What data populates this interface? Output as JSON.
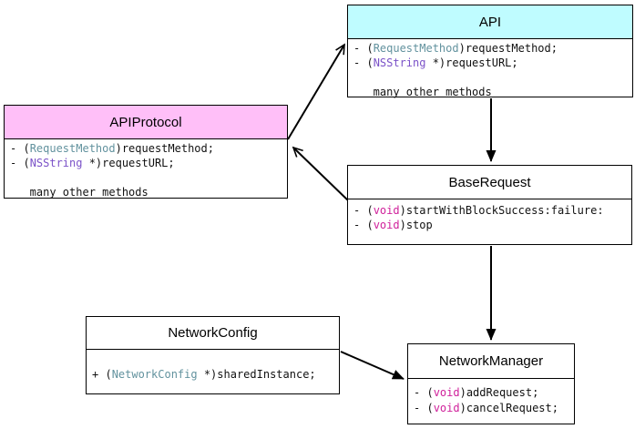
{
  "canvas": {
    "background": "#ffffff",
    "border_color": "#000000",
    "arrow_color": "#000000"
  },
  "syntax_colors": {
    "plain": "#111111",
    "type": "#62929E",
    "class": "#7B52C8",
    "keyword": "#D0219B"
  },
  "boxes": [
    {
      "id": "api",
      "title": "API",
      "header_bg": "#BFFCFF",
      "lines": [
        [
          {
            "t": "- (",
            "c": "plain"
          },
          {
            "t": "RequestMethod",
            "c": "type"
          },
          {
            "t": ")requestMethod;",
            "c": "plain"
          }
        ],
        [
          {
            "t": "- (",
            "c": "plain"
          },
          {
            "t": "NSString",
            "c": "class"
          },
          {
            "t": " *)requestURL;",
            "c": "plain"
          }
        ],
        [],
        [
          {
            "t": "   many other methods",
            "c": "plain"
          }
        ]
      ]
    },
    {
      "id": "apiprotocol",
      "title": "APIProtocol",
      "header_bg": "#FFBFF8",
      "lines": [
        [
          {
            "t": "- (",
            "c": "plain"
          },
          {
            "t": "RequestMethod",
            "c": "type"
          },
          {
            "t": ")requestMethod;",
            "c": "plain"
          }
        ],
        [
          {
            "t": "- (",
            "c": "plain"
          },
          {
            "t": "NSString",
            "c": "class"
          },
          {
            "t": " *)requestURL;",
            "c": "plain"
          }
        ],
        [],
        [
          {
            "t": "   many other methods",
            "c": "plain"
          }
        ]
      ]
    },
    {
      "id": "baserequest",
      "title": "BaseRequest",
      "header_bg": "#ffffff",
      "lines": [
        [
          {
            "t": "- (",
            "c": "plain"
          },
          {
            "t": "void",
            "c": "keyword"
          },
          {
            "t": ")startWithBlockSuccess:failure:",
            "c": "plain"
          }
        ],
        [
          {
            "t": "- (",
            "c": "plain"
          },
          {
            "t": "void",
            "c": "keyword"
          },
          {
            "t": ")stop",
            "c": "plain"
          }
        ]
      ]
    },
    {
      "id": "networkconfig",
      "title": "NetworkConfig",
      "header_bg": "#ffffff",
      "lines": [
        [
          {
            "t": "+ (",
            "c": "plain"
          },
          {
            "t": "NetworkConfig",
            "c": "type"
          },
          {
            "t": " *)sharedInstance;",
            "c": "plain"
          }
        ]
      ]
    },
    {
      "id": "networkmanager",
      "title": "NetworkManager",
      "header_bg": "#ffffff",
      "lines": [
        [
          {
            "t": "- (",
            "c": "plain"
          },
          {
            "t": "void",
            "c": "keyword"
          },
          {
            "t": ")addRequest;",
            "c": "plain"
          }
        ],
        [
          {
            "t": "- (",
            "c": "plain"
          },
          {
            "t": "void",
            "c": "keyword"
          },
          {
            "t": ")cancelRequest;",
            "c": "plain"
          }
        ]
      ]
    }
  ],
  "relationships": [
    {
      "from": "APIProtocol",
      "to": "API",
      "arrowhead": "open"
    },
    {
      "from": "BaseRequest",
      "to": "APIProtocol",
      "arrowhead": "open"
    },
    {
      "from": "API",
      "to": "BaseRequest",
      "arrowhead": "filled"
    },
    {
      "from": "BaseRequest",
      "to": "NetworkManager",
      "arrowhead": "filled"
    },
    {
      "from": "NetworkConfig",
      "to": "NetworkManager",
      "arrowhead": "filled"
    }
  ]
}
